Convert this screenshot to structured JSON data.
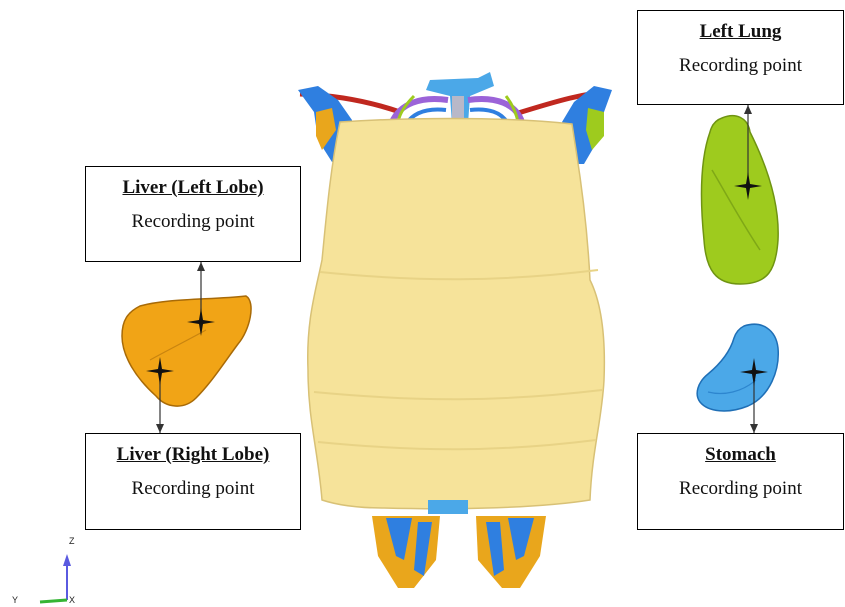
{
  "labels": {
    "left_lung": {
      "title": "Left Lung",
      "subtitle": "Recording point"
    },
    "liver_left_lobe": {
      "title": "Liver (Left Lobe)",
      "subtitle": "Recording point"
    },
    "liver_right_lobe": {
      "title": "Liver (Right Lobe)",
      "subtitle": "Recording point"
    },
    "stomach": {
      "title": "Stomach",
      "subtitle": "Recording point"
    }
  },
  "axis_triad": {
    "z": "Z",
    "y": "Y",
    "x": "X"
  },
  "colors": {
    "torso_skin": "#f6e39a",
    "liver": "#f1a416",
    "lung": "#9ecb1e",
    "stomach": "#4ba8e8",
    "bone_blue": "#2f7fe0",
    "bone_orange": "#e9a61c",
    "rib_red": "#c0281f",
    "rib_purple": "#9b63d8"
  }
}
